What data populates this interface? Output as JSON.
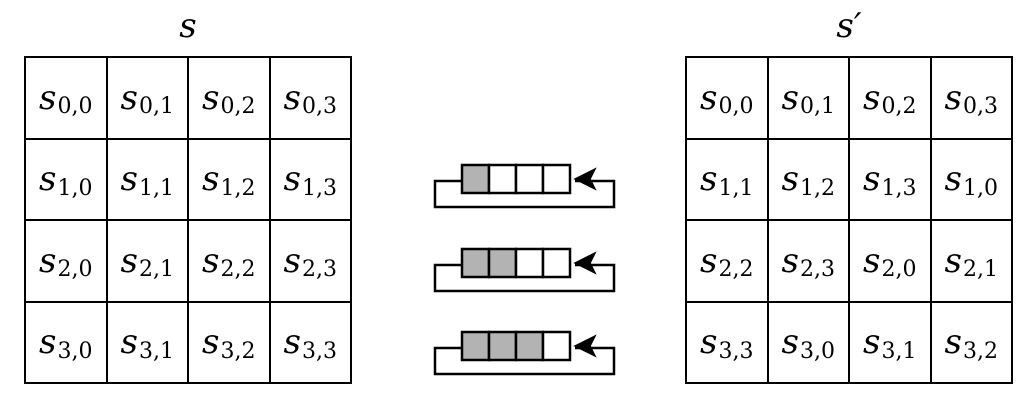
{
  "left_matrix": {
    "title": "s",
    "rows": [
      [
        {
          "base": "s",
          "sub": "0,0"
        },
        {
          "base": "s",
          "sub": "0,1"
        },
        {
          "base": "s",
          "sub": "0,2"
        },
        {
          "base": "s",
          "sub": "0,3"
        }
      ],
      [
        {
          "base": "s",
          "sub": "1,0"
        },
        {
          "base": "s",
          "sub": "1,1"
        },
        {
          "base": "s",
          "sub": "1,2"
        },
        {
          "base": "s",
          "sub": "1,3"
        }
      ],
      [
        {
          "base": "s",
          "sub": "2,0"
        },
        {
          "base": "s",
          "sub": "2,1"
        },
        {
          "base": "s",
          "sub": "2,2"
        },
        {
          "base": "s",
          "sub": "2,3"
        }
      ],
      [
        {
          "base": "s",
          "sub": "3,0"
        },
        {
          "base": "s",
          "sub": "3,1"
        },
        {
          "base": "s",
          "sub": "3,2"
        },
        {
          "base": "s",
          "sub": "3,3"
        }
      ]
    ]
  },
  "right_matrix": {
    "title": "s′",
    "rows": [
      [
        {
          "base": "s",
          "sub": "0,0"
        },
        {
          "base": "s",
          "sub": "0,1"
        },
        {
          "base": "s",
          "sub": "0,2"
        },
        {
          "base": "s",
          "sub": "0,3"
        }
      ],
      [
        {
          "base": "s",
          "sub": "1,1"
        },
        {
          "base": "s",
          "sub": "1,2"
        },
        {
          "base": "s",
          "sub": "1,3"
        },
        {
          "base": "s",
          "sub": "1,0"
        }
      ],
      [
        {
          "base": "s",
          "sub": "2,2"
        },
        {
          "base": "s",
          "sub": "2,3"
        },
        {
          "base": "s",
          "sub": "2,0"
        },
        {
          "base": "s",
          "sub": "2,1"
        }
      ],
      [
        {
          "base": "s",
          "sub": "3,3"
        },
        {
          "base": "s",
          "sub": "3,0"
        },
        {
          "base": "s",
          "sub": "3,1"
        },
        {
          "base": "s",
          "sub": "3,2"
        }
      ]
    ]
  },
  "shift_indicators": [
    {
      "row": 1,
      "shaded_cells": 1,
      "total_cells": 4
    },
    {
      "row": 2,
      "shaded_cells": 2,
      "total_cells": 4
    },
    {
      "row": 3,
      "shaded_cells": 3,
      "total_cells": 4
    }
  ],
  "colors": {
    "line": "#000000",
    "shaded": "#b3b3b3",
    "background": "#ffffff"
  }
}
